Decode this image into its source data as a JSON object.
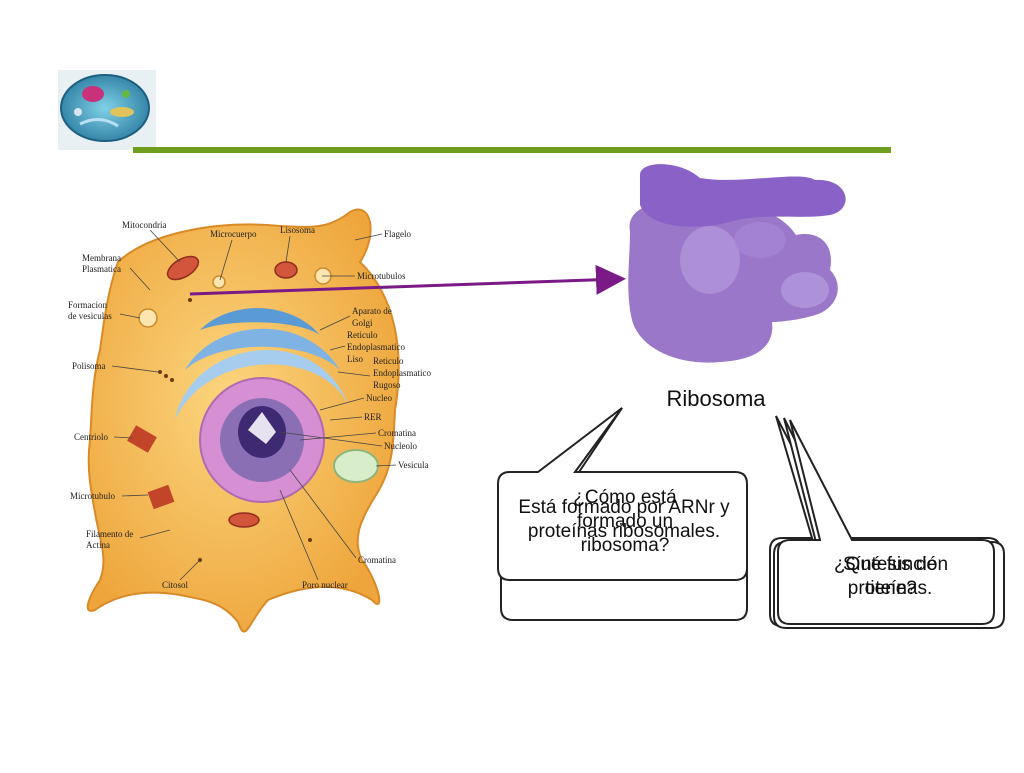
{
  "slide": {
    "colors": {
      "accent_bar": "#6f9e1e",
      "arrow": "#7b1a86",
      "ribosome": "#9a77c9",
      "callout_border": "#222222"
    },
    "ribosome_title": "Ribosoma",
    "cell_labels": {
      "mitocondria": "Mitocondria",
      "membrana": "Membrana",
      "plasmatica": "Plasmatica",
      "formacion": "Formacion",
      "de_vesiculas": "de vesiculas",
      "polisoma": "Polisoma",
      "centriolo": "Centriolo",
      "microtubulo": "Microtubulo",
      "filamento": "Filamento de",
      "actina": "Actina",
      "citosol": "Citosol",
      "poro_nuclear": "Poro nuclear",
      "cromatina_bottom": "Cromatina",
      "microcuerpo": "Microcuerpo",
      "lisosoma": "Lisosoma",
      "flagelo": "Flagelo",
      "microtubulos": "Microtubulos",
      "aparato_de": "Aparato de",
      "golgi": "Golgi",
      "reticulo_1": "Reticulo",
      "endoplasmatico_1": "Endoplasmatico",
      "liso": "Liso",
      "reticulo_2": "Reticulo",
      "endoplasmatico_2": "Endoplasmatico",
      "rugoso": "Rugoso",
      "nucleo": "Nucleo",
      "rer": "RER",
      "cromatina": "Cromatina",
      "nucleolo": "Nucleolo",
      "vesicula": "Vesicula"
    },
    "left_callout": {
      "answer": "Está formado por ARNr y proteínas ribosomales.",
      "question": "¿Cómo está formado un ribosoma?"
    },
    "right_callout": {
      "answer": "Síntesis de proteínas.",
      "question": "¿Qué función tiene?"
    }
  }
}
